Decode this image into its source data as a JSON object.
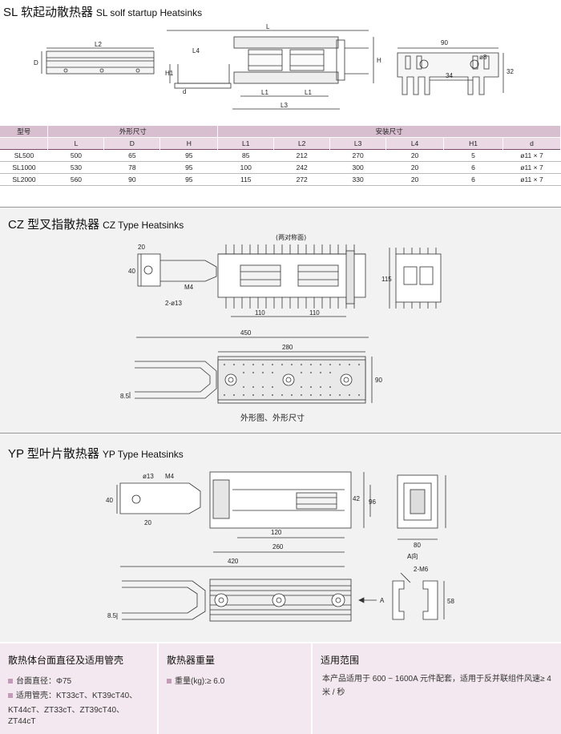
{
  "sl": {
    "title_cn": "SL 软起动散热器",
    "title_en": "SL solf startup Heatsinks",
    "dims": {
      "d": "D",
      "l2": "L2",
      "l": "L",
      "l4": "L4",
      "h1": "H1",
      "h": "H",
      "dd": "d",
      "l1a": "L1",
      "l1b": "L1",
      "l3": "L3",
      "w90": "90",
      "h32": "32",
      "w34": "34",
      "phi8": "ø8"
    }
  },
  "table": {
    "group_model": "型号",
    "group_outer": "外形尺寸",
    "group_install": "安装尺寸",
    "columns": [
      "L",
      "D",
      "H",
      "L1",
      "L2",
      "L3",
      "L4",
      "H1",
      "d"
    ],
    "rows": [
      [
        "SL500",
        "500",
        "65",
        "95",
        "85",
        "212",
        "270",
        "20",
        "5",
        "ø11 × 7"
      ],
      [
        "SL1000",
        "530",
        "78",
        "95",
        "100",
        "242",
        "300",
        "20",
        "6",
        "ø11 × 7"
      ],
      [
        "SL2000",
        "560",
        "90",
        "95",
        "115",
        "272",
        "330",
        "20",
        "6",
        "ø11 × 7"
      ]
    ]
  },
  "cz": {
    "title_cn": "CZ 型叉指散热器",
    "title_en": "CZ Type Heatsinks",
    "dims": {
      "d20": "20",
      "note": "(两对称面)",
      "d40": "40",
      "m4": "M4",
      "holes": "2-ø13",
      "d110a": "110",
      "d110b": "110",
      "d115": "115",
      "d450": "450",
      "d280": "280",
      "d85": "8.5",
      "d90": "90"
    },
    "caption": "外形图、外形尺寸"
  },
  "yp": {
    "title_cn": "YP 型叶片散热器",
    "title_en": "YP Type Heatsinks",
    "dims": {
      "phi13": "ø13",
      "m4": "M4",
      "d40": "40",
      "d20": "20",
      "d42": "42",
      "d96": "96",
      "d120": "120",
      "d260": "260",
      "d420": "420",
      "d80": "80",
      "d85": "8.5",
      "a": "A",
      "adir": "A向",
      "m6": "2-M6",
      "d58": "58"
    }
  },
  "bottom": {
    "col1": {
      "heading": "散热体台面直径及适用管壳",
      "line1": "台面直径：Φ75",
      "line2": "适用管壳：KT33cT、KT39cT40、",
      "line3": "KT44cT、ZT33cT、ZT39cT40、",
      "line4": "ZT44cT"
    },
    "col2": {
      "heading": "散热器重量",
      "line1": "重量(kg):≥ 6.0"
    },
    "col3": {
      "heading": "适用范围",
      "desc": "本产品适用于 600 ~ 1600A 元件配套，适用于反并联组件风速≥ 4 米 / 秒"
    }
  }
}
